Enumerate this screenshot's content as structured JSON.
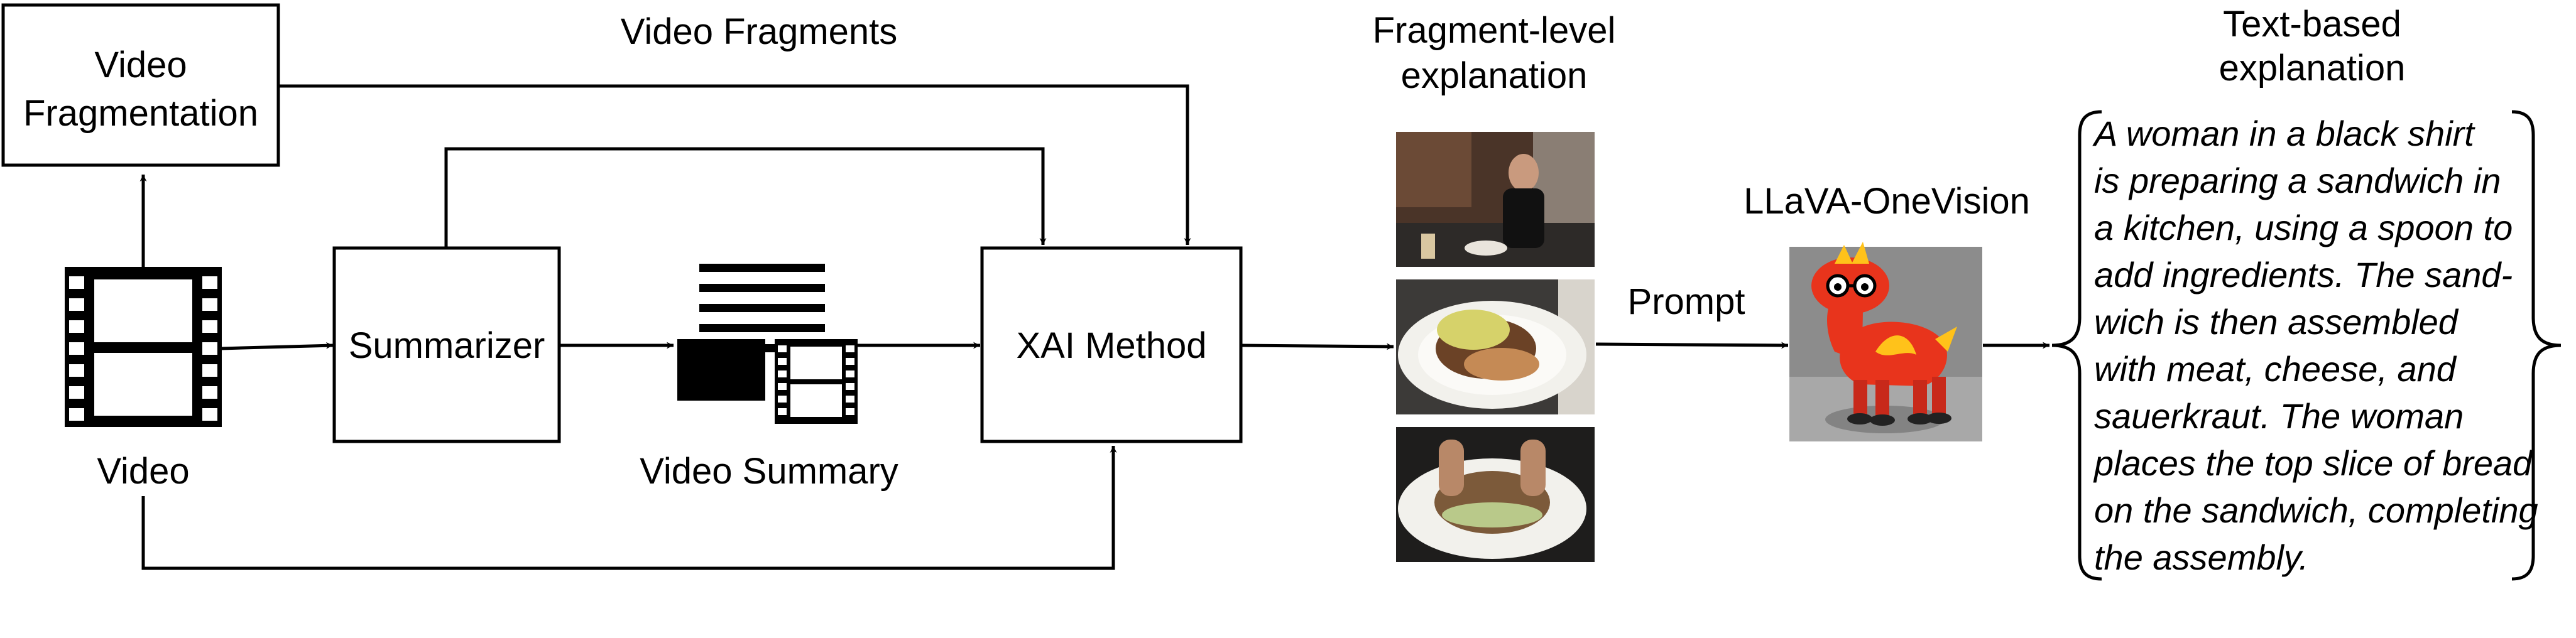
{
  "nodes": {
    "video_fragmentation": {
      "line1": "Video",
      "line2": "Fragmentation"
    },
    "summarizer": {
      "label": "Summarizer"
    },
    "xai_method": {
      "label": "XAI Method"
    },
    "video": {
      "label": "Video"
    },
    "video_summary": {
      "label": "Video Summary"
    },
    "video_fragments": {
      "label": "Video Fragments"
    },
    "fragment_level": {
      "line1": "Fragment-level",
      "line2": "explanation"
    },
    "prompt": {
      "label": "Prompt"
    },
    "llava": {
      "label": "LLaVA-OneVision"
    },
    "text_based": {
      "line1": "Text-based",
      "line2": "explanation"
    }
  },
  "explanation_text": [
    "A woman in a black shirt",
    "is preparing a sandwich in",
    "a kitchen, using a spoon to",
    "add ingredients. The sand-",
    "wich is then assembled",
    "with meat, cheese, and",
    "sauerkraut. The woman",
    "places the top slice of bread",
    "on the sandwich, completing",
    "the assembly."
  ],
  "icons": [
    "film-strip-icon",
    "document-lines-icon",
    "llava-mascot-icon"
  ],
  "colors": {
    "stroke": "#000000",
    "background": "#ffffff",
    "mascot_red": "#e8341c",
    "mascot_yellow": "#ffc21a"
  }
}
